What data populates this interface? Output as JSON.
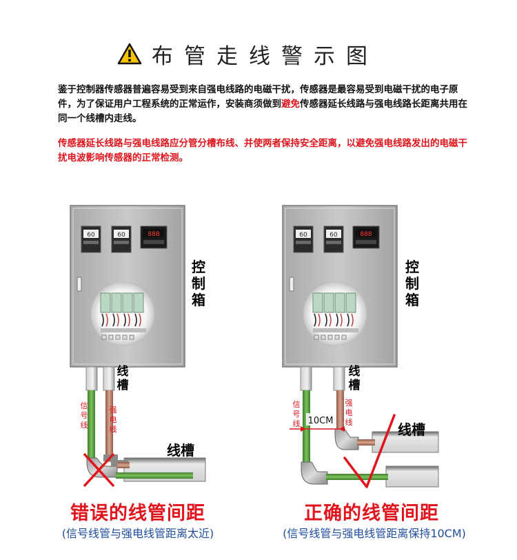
{
  "title": {
    "text": "布管走线警示图",
    "icon": "warning-triangle-icon"
  },
  "intro": {
    "part1": "鉴于控制器传感器普遍容易受到来自强电线路的电磁干扰，传感器是最容易受到电磁干扰的电子原件，为了保证用户工程系统的正常运作，安装商须做到",
    "highlight": "避免",
    "part2": "传感器延长线路与强电线路长距离共用在同一个线槽内走线。"
  },
  "notice": "传感器延长线路与强电线路应分管分槽布线、并使两者保持安全距离，以避免强电线路发出的电磁干扰电波影响传感器的正常检测。",
  "left_panel": {
    "cabinet_label": "控制箱",
    "trunk_label_top": "线槽",
    "trunk_label_side": "线槽",
    "signal_label": "信号线",
    "power_label": "强电线",
    "mark": "cross-mark-icon",
    "caption": "错误的线管间距",
    "subcaption": "(信号线管与强电线管距离太近)"
  },
  "right_panel": {
    "cabinet_label": "控制箱",
    "trunk_label_top": "线槽",
    "trunk_label_side": "线槽",
    "signal_label": "信号线",
    "power_label": "强电线",
    "distance": "10CM",
    "mark": "check-mark-icon",
    "caption": "正确的线管间距",
    "subcaption": "(信号线管与强电线管距离保持10CM)"
  },
  "devices": {
    "display1": "60",
    "display2": "60",
    "display3": "888"
  },
  "colors": {
    "red": "#e0141c",
    "blue": "#1f4da0",
    "green": "#4f9a3c",
    "copper": "#b87a60",
    "cabinet": "#b4b4b4"
  }
}
